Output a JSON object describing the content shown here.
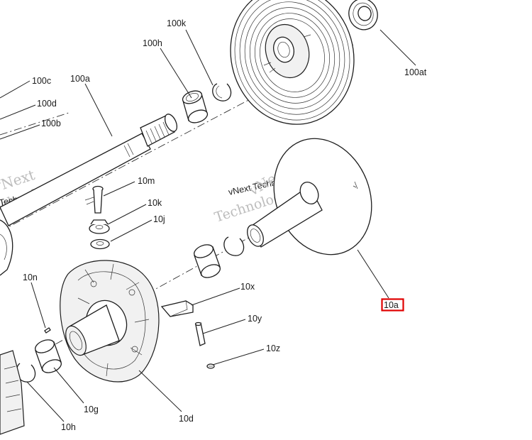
{
  "callouts": {
    "c100k": "100k",
    "c100h": "100h",
    "c100c": "100c",
    "c100a": "100a",
    "c100d": "100d",
    "c100b": "100b",
    "c100at": "100at",
    "c10m": "10m",
    "c10k": "10k",
    "c10j": "10j",
    "c10n": "10n",
    "c10x": "10x",
    "c10y": "10y",
    "c10z": "10z",
    "c10a": "10a",
    "c10g": "10g",
    "c10h": "10h",
    "c10d": "10d"
  },
  "watermark": {
    "left_line1": "vNext",
    "left_line2": "Technologies",
    "left_small": "Technologies",
    "center_small": "vNext Technologies",
    "center_large": "Technologies",
    "center_next": "vNext"
  },
  "highlight_color": "#e00000"
}
